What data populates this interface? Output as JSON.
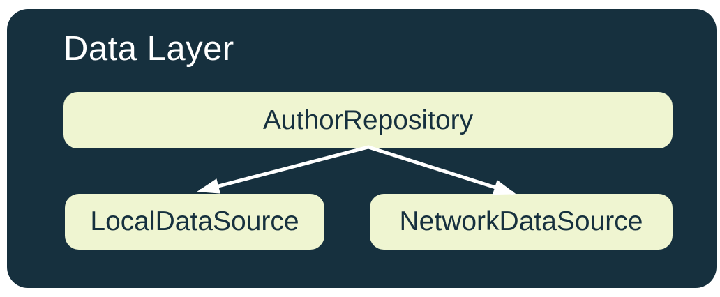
{
  "diagram": {
    "title": "Data Layer",
    "nodes": [
      {
        "id": "author-repository",
        "label": "AuthorRepository"
      },
      {
        "id": "local-data-source",
        "label": "LocalDataSource"
      },
      {
        "id": "network-data-source",
        "label": "NetworkDataSource"
      }
    ],
    "edges": [
      {
        "from": "author-repository",
        "to": "local-data-source"
      },
      {
        "from": "author-repository",
        "to": "network-data-source"
      }
    ],
    "colors": {
      "page_bg": "#FFFFFF",
      "container_bg": "#16303E",
      "node_bg": "#EFF5D1",
      "node_text": "#16303E",
      "title_text": "#FFFFFF",
      "arrow": "#FFFFFF"
    }
  }
}
